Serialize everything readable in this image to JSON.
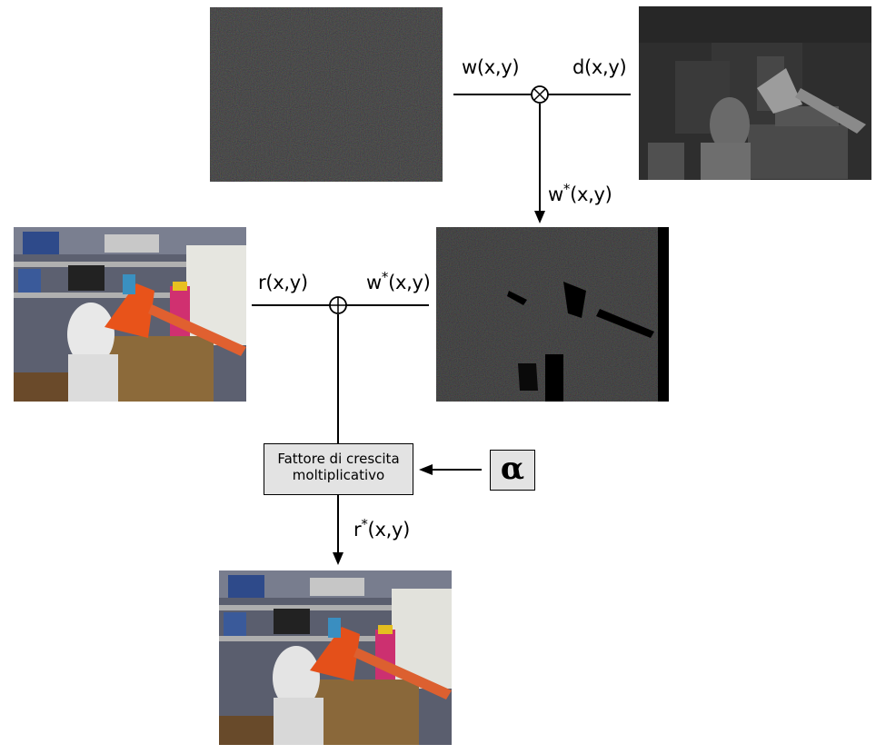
{
  "labels": {
    "w": "w(x,y)",
    "d": "d(x,y)",
    "wstar_main": "w",
    "wstar_sup": "*",
    "wstar_args": "(x,y)",
    "r": "r(x,y)",
    "rstar_main": "r",
    "rstar_sup": "*",
    "rstar_args": "(x,y)"
  },
  "box": {
    "line1": "Fattore di crescita",
    "line2": "moltiplicativo"
  },
  "alpha": "α",
  "operators": {
    "multiply": "⊗",
    "add": "⊕"
  },
  "images": {
    "noise": "noise-image",
    "depth": "depth-map-image",
    "weighted_noise": "weighted-noise-image",
    "original": "original-photo",
    "result": "result-photo"
  }
}
